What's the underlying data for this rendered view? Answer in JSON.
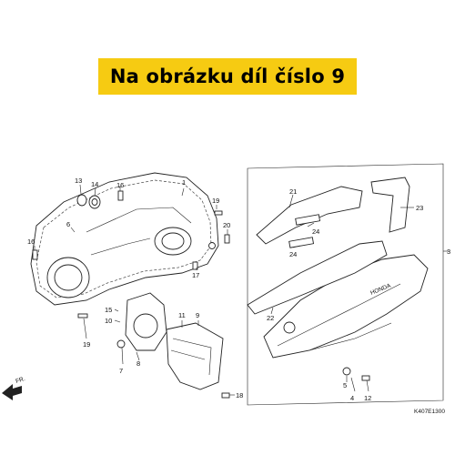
{
  "banner": {
    "text": "Na obrázku díl číslo 9"
  },
  "colors": {
    "banner_bg": "#f6cb12",
    "line": "#222222"
  },
  "labels": {
    "n1": "1",
    "n3": "3",
    "n4": "4",
    "n5": "5",
    "n6": "6",
    "n7": "7",
    "n8": "8",
    "n9": "9",
    "n10": "10",
    "n11": "11",
    "n12": "12",
    "n13": "13",
    "n14": "14",
    "n15": "15",
    "n16a": "16",
    "n16b": "16",
    "n17": "17",
    "n18": "18",
    "n19a": "19",
    "n19b": "19",
    "n20": "20",
    "n21": "21",
    "n22": "22",
    "n23": "23",
    "n24a": "24",
    "n24b": "24"
  },
  "fr_label": "FR.",
  "diagram_code": "K407E1300",
  "cover_brand": "HONDA"
}
